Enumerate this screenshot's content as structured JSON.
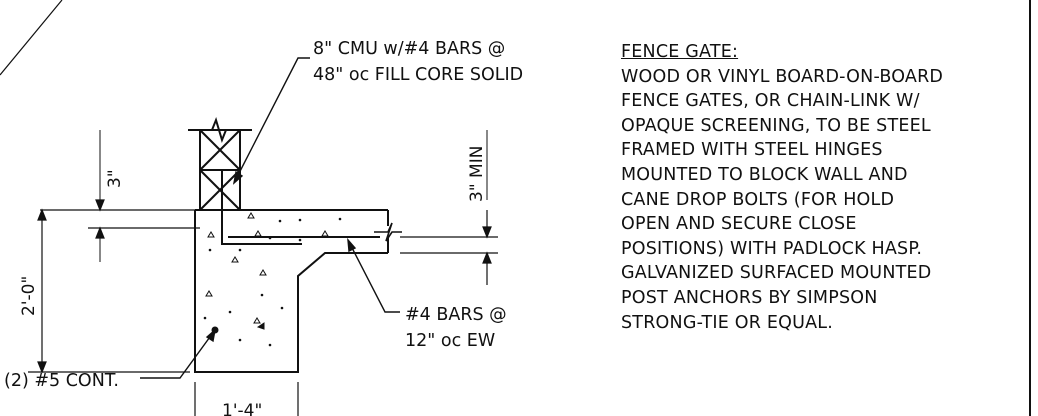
{
  "callouts": {
    "cmu_line1": "8\" CMU w/#4 BARS @",
    "cmu_line2": "48\" oc FILL CORE SOLID",
    "bars_line1": "#4 BARS @",
    "bars_line2": "12\" oc EW",
    "cont_bars": "(2) #5 CONT."
  },
  "dimensions": {
    "top_left": "3\"",
    "footing_depth": "2'-0\"",
    "slab_min": "3\" MIN",
    "bottom": "1'-4\""
  },
  "note": {
    "title": "FENCE GATE:",
    "lines": [
      "WOOD OR VINYL BOARD-ON-BOARD",
      "FENCE GATES, OR CHAIN-LINK W/",
      "OPAQUE SCREENING, TO BE STEEL",
      "FRAMED WITH STEEL HINGES",
      "MOUNTED TO BLOCK WALL AND",
      "CANE DROP BOLTS (FOR HOLD",
      "OPEN AND SECURE CLOSE",
      "POSITIONS) WITH PADLOCK HASP.",
      "GALVANIZED SURFACED MOUNTED",
      "POST ANCHORS BY SIMPSON",
      "STRONG-TIE OR EQUAL."
    ]
  }
}
